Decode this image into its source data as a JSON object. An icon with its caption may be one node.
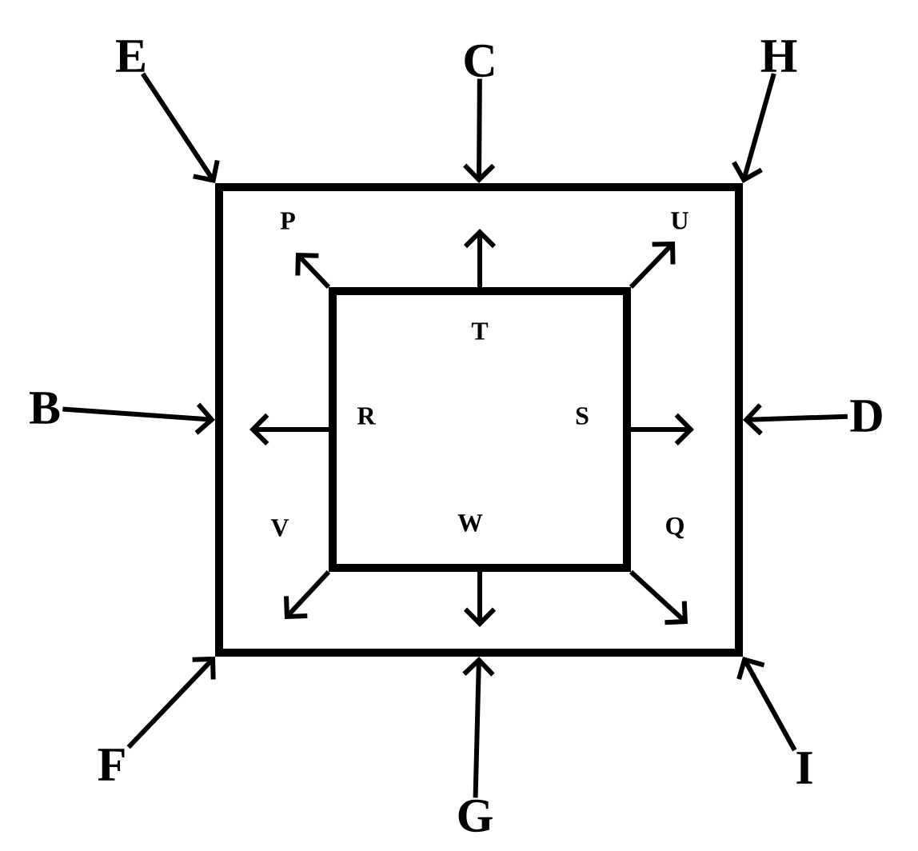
{
  "diagram": {
    "nodes": [
      {
        "text": [],
        "shape": "box"
      },
      {
        "text": [],
        "shape": "box",
        "in": 0
      },
      {
        "text": [
          "E"
        ]
      },
      {
        "text": [
          "C"
        ]
      },
      {
        "text": [
          "H"
        ]
      },
      {
        "text": [
          "B"
        ]
      },
      {
        "text": [
          "D"
        ]
      },
      {
        "text": [
          "F"
        ]
      },
      {
        "text": [
          "G"
        ]
      },
      {
        "text": [
          "I"
        ]
      }
    ],
    "edges": [
      {
        "from": 2,
        "to": 0,
        "arrow": "to"
      },
      {
        "from": 3,
        "to": 0,
        "arrow": "to"
      },
      {
        "from": 4,
        "to": 0,
        "arrow": "to"
      },
      {
        "from": 5,
        "to": 0,
        "arrow": "to"
      },
      {
        "from": 6,
        "to": 0,
        "arrow": "to"
      },
      {
        "from": 7,
        "to": 0,
        "arrow": "to"
      },
      {
        "from": 8,
        "to": 0,
        "arrow": "to"
      },
      {
        "from": 9,
        "to": 0,
        "arrow": "to"
      },
      {
        "from": 1,
        "to": null,
        "arrow": "to",
        "label": "P"
      },
      {
        "from": 1,
        "to": null,
        "arrow": "to",
        "label": "T"
      },
      {
        "from": 1,
        "to": null,
        "arrow": "to",
        "label": "U"
      },
      {
        "from": 1,
        "to": null,
        "arrow": "to",
        "label": "R"
      },
      {
        "from": 1,
        "to": null,
        "arrow": "to",
        "label": "S"
      },
      {
        "from": 1,
        "to": null,
        "arrow": "to",
        "label": "V"
      },
      {
        "from": 1,
        "to": null,
        "arrow": "to",
        "label": "W"
      },
      {
        "from": 1,
        "to": null,
        "arrow": "to",
        "label": "Q"
      }
    ]
  }
}
